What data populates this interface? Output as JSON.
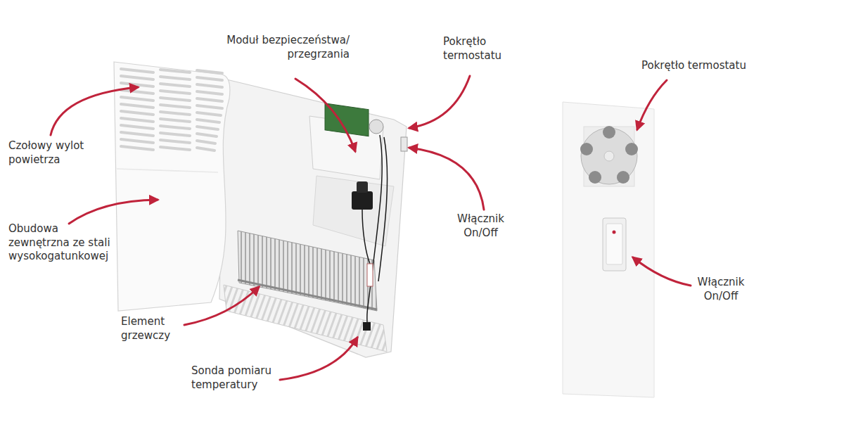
{
  "diagram": {
    "labels": [
      "Moduł bezpieczeństwa/ przegrzania",
      "Pokrętło termostatu",
      "Pokrętło termostatu",
      "Czołowy wylot powietrza",
      "Obudowa zewnętrzna ze stali wysokogatunkowej",
      "Włącznik On/Off",
      "Włącznik On/Off",
      "Element grzewczy",
      "Sonda pomiaru temperatury"
    ]
  }
}
